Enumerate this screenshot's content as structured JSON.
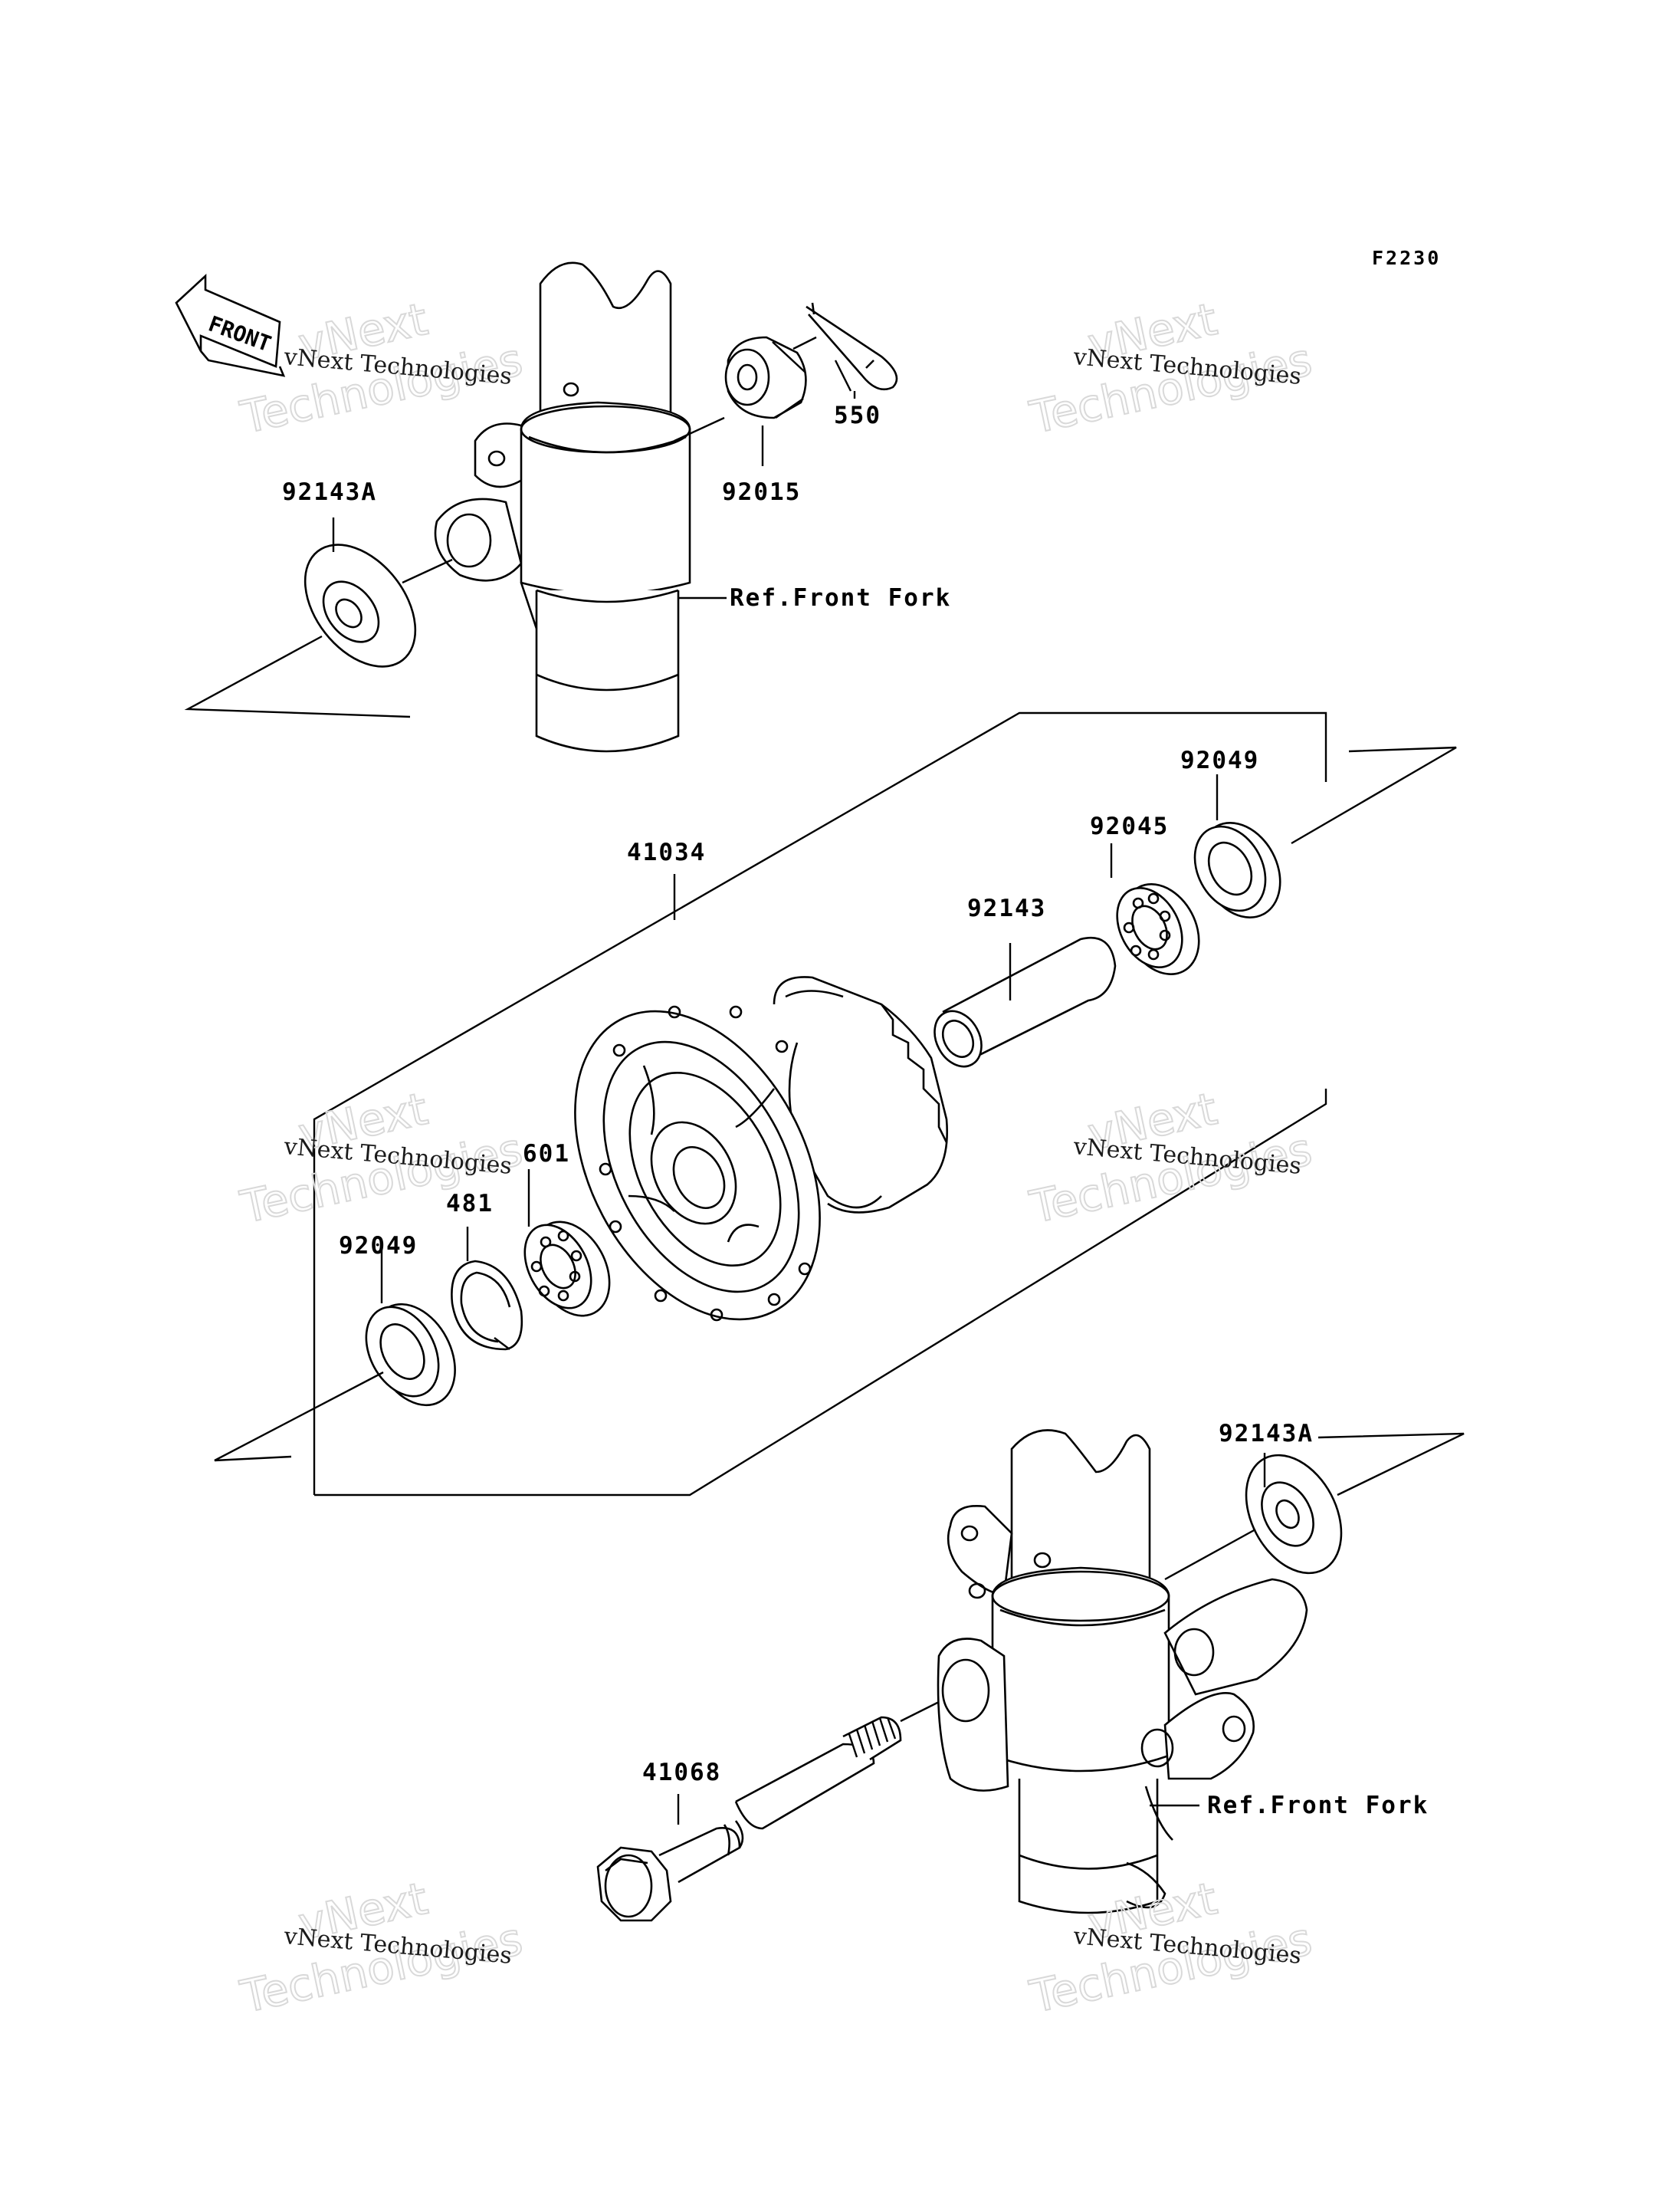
{
  "figure_code": "F2230",
  "direction_label": "FRONT",
  "references": {
    "upper_fork": "Ref.Front Fork",
    "lower_fork": "Ref.Front Fork"
  },
  "parts": {
    "cotter_pin": "550",
    "axle_nut": "92015",
    "collar_left_top": "92143A",
    "hub": "41034",
    "seal_right": "92049",
    "bearing_right": "92045",
    "spacer": "92143",
    "bearing_left": "601",
    "circlip": "481",
    "seal_left": "92049",
    "collar_right_bottom": "92143A",
    "axle": "41068"
  },
  "watermarks": {
    "top_left_small": "vNext Technologies",
    "top_left_big_1": "vNext",
    "top_left_big_2": "Technologies",
    "top_right_small": "vNext Technologies",
    "top_right_big_1": "vNext",
    "top_right_big_2": "Technologies",
    "mid_left_small": "vNext Technologies",
    "mid_left_big_1": "vNext",
    "mid_left_big_2": "Technologies",
    "mid_right_small": "vNext Technologies",
    "mid_right_big_1": "vNext",
    "mid_right_big_2": "Technologies",
    "bot_left_small": "vNext Technologies",
    "bot_left_big_1": "vNext",
    "bot_left_big_2": "Technologies",
    "bot_right_small": "vNext Technologies",
    "bot_right_big_1": "vNext",
    "bot_right_big_2": "Technologies"
  }
}
